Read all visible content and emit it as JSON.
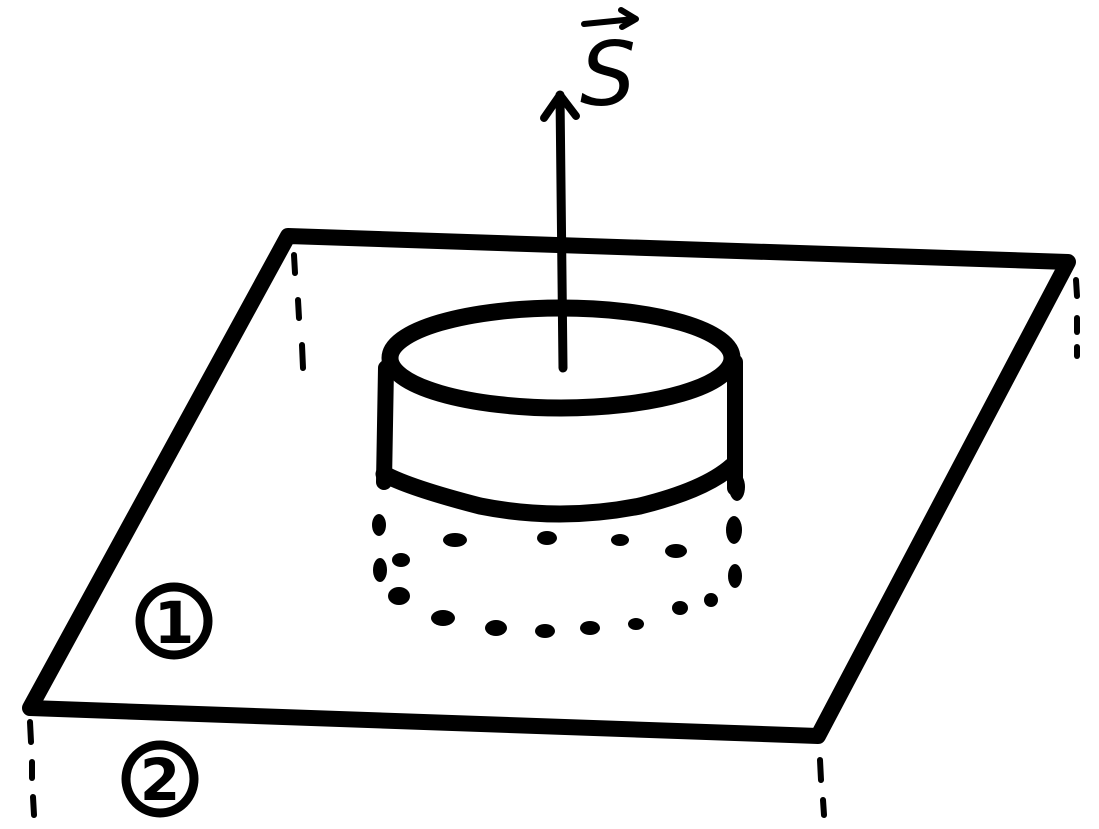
{
  "diagram": {
    "vector_label": "S",
    "region_labels": [
      "1",
      "2"
    ],
    "ink_color": "#000000",
    "background_color": "#ffffff"
  }
}
